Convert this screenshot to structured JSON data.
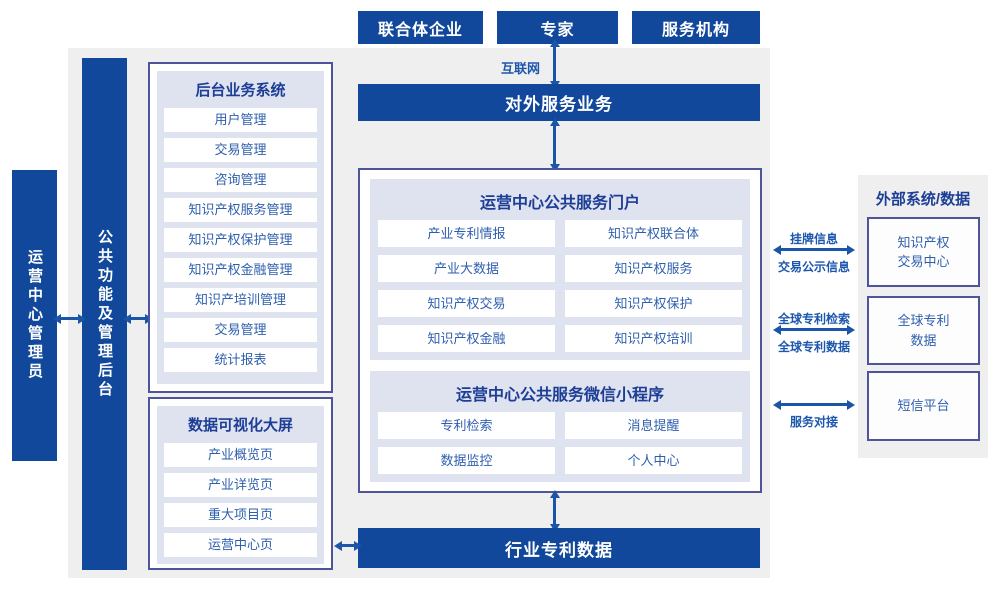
{
  "colors": {
    "primary_blue": "#11489B",
    "arrow_blue": "#1A55A8",
    "panel_lavender": "#DFE2EF",
    "border_indigo": "#4D549C",
    "item_text_blue": "#2E5FAE",
    "title_text_blue": "#1C3E96",
    "background_gray": "#EFEFEF"
  },
  "actors": {
    "a1": "联合体企业",
    "a2": "专家",
    "a3": "服务机构"
  },
  "internet": {
    "label": "互联网"
  },
  "external_service": {
    "label": "对外服务业务"
  },
  "admin_bar": {
    "label": "运营中心管理员"
  },
  "backend_bar": {
    "label": "公共功能及管理后台"
  },
  "backend_system": {
    "title": "后台业务系统",
    "items": [
      "用户管理",
      "交易管理",
      "咨询管理",
      "知识产权服务管理",
      "知识产权保护管理",
      "知识产权金融管理",
      "知识产培训管理",
      "交易管理",
      "统计报表"
    ]
  },
  "dashboard": {
    "title": "数据可视化大屏",
    "items": [
      "产业概览页",
      "产业详览页",
      "重大项目页",
      "运营中心页"
    ]
  },
  "portal": {
    "title": "运营中心公共服务门户",
    "items": [
      "产业专利情报",
      "知识产权联合体",
      "产业大数据",
      "知识产权服务",
      "知识产权交易",
      "知识产权保护",
      "知识产权金融",
      "知识产权培训"
    ]
  },
  "miniprogram": {
    "title": "运营中心公共服务微信小程序",
    "items": [
      "专利检索",
      "消息提醒",
      "数据监控",
      "个人中心"
    ]
  },
  "industry_data": {
    "label": "行业专利数据"
  },
  "external_systems": {
    "title": "外部系统/数据",
    "boxes": [
      {
        "line1": "知识产权",
        "line2": "交易中心"
      },
      {
        "line1": "全球专利",
        "line2": "数据"
      },
      {
        "line1": "短信平台",
        "line2": ""
      }
    ],
    "links": [
      {
        "top": "挂牌信息",
        "bottom": "交易公示信息"
      },
      {
        "top": "全球专利检索",
        "bottom": "全球专利数据"
      },
      {
        "top": "",
        "bottom": "服务对接"
      }
    ]
  }
}
